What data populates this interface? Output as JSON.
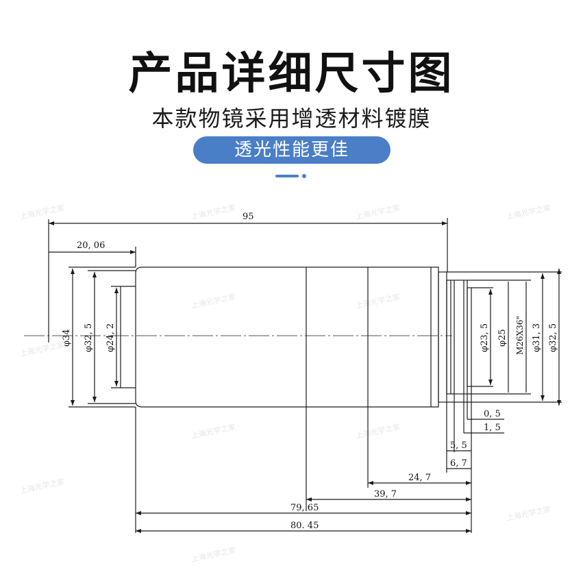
{
  "header": {
    "title": "产品详细尺寸图",
    "subtitle": "本款物镜采用增透材料镀膜",
    "badge": "透光性能更佳"
  },
  "colors": {
    "accent": "#4a7fc7",
    "line": "#1a1a1a",
    "watermark": "#e6e6e6"
  },
  "drawing": {
    "dimensions": {
      "total_length": "95",
      "front_offset": "20, 06",
      "dia_34": "φ34",
      "dia_32_5_left": "φ32, 5",
      "dia_24_2": "φ24, 2",
      "dia_23_5": "φ23, 5",
      "dia_25": "φ25",
      "thread": "M26X36\"",
      "dia_31_3": "φ31, 3",
      "dia_32_5_right": "φ32, 5",
      "len_0_5": "0, 5",
      "len_1_5": "1, 5",
      "len_5_5": "5, 5",
      "len_6_7": "6, 7",
      "len_24_7": "24, 7",
      "len_39_7": "39, 7",
      "len_79_65": "79, 65",
      "len_80_45": "80. 45"
    },
    "watermark_text": "上海光学之家"
  }
}
